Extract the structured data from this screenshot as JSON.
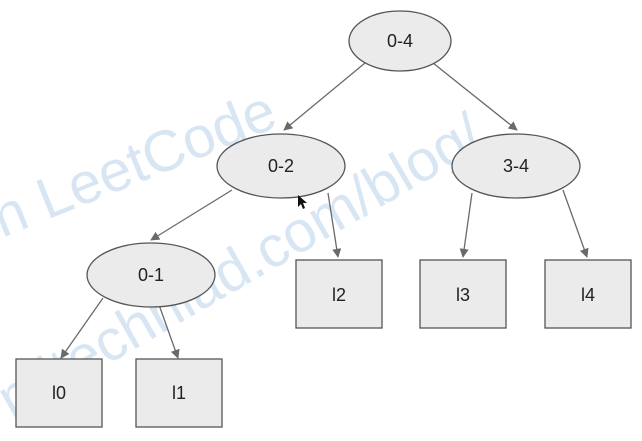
{
  "diagram": {
    "type": "segment-tree",
    "nodes": {
      "root": "0-4",
      "left_mid": "0-2",
      "right_mid": "3-4",
      "lower_left": "0-1",
      "leaf_0": "l0",
      "leaf_1": "l1",
      "leaf_2": "l2",
      "leaf_3": "l3",
      "leaf_4": "l4"
    },
    "edges": [
      [
        "0-4",
        "0-2"
      ],
      [
        "0-4",
        "3-4"
      ],
      [
        "0-2",
        "0-1"
      ],
      [
        "0-2",
        "l2"
      ],
      [
        "3-4",
        "l3"
      ],
      [
        "3-4",
        "l4"
      ],
      [
        "0-1",
        "l0"
      ],
      [
        "0-1",
        "l1"
      ]
    ]
  },
  "watermark": {
    "line1": "n LeetCode",
    "line2": "mitechniad.com/blog/"
  }
}
